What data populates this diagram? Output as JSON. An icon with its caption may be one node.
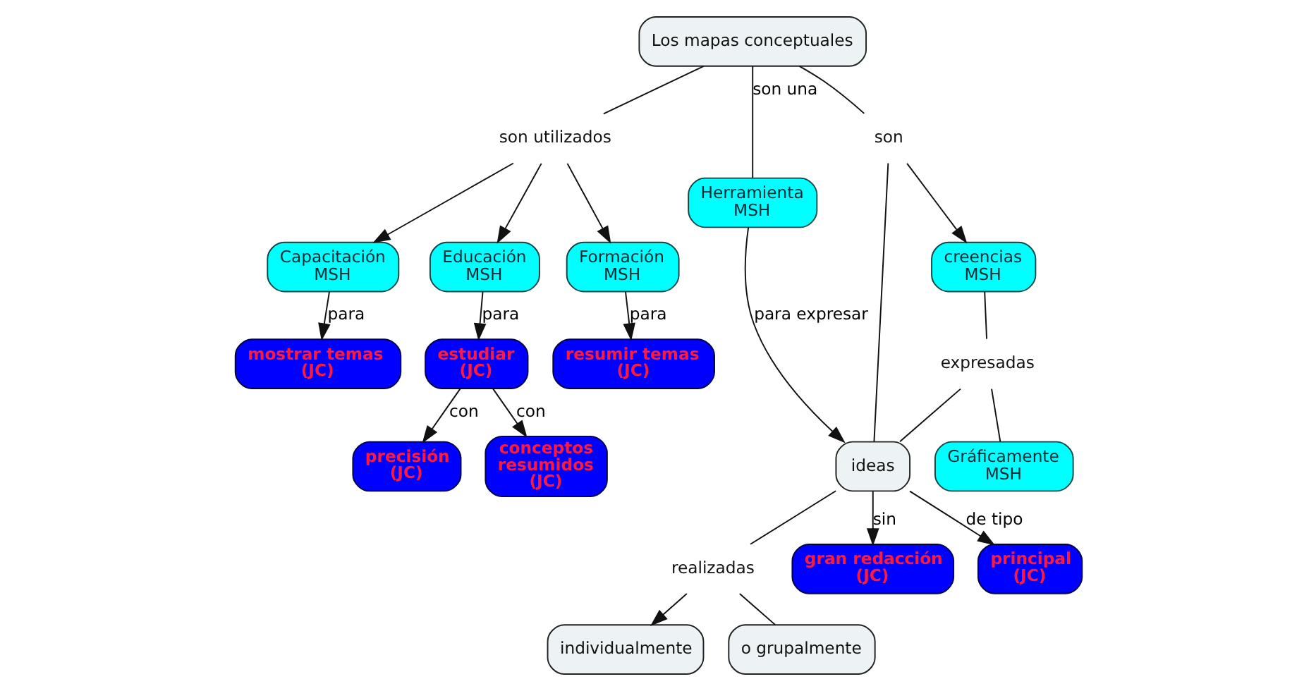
{
  "diagram": {
    "nodes": [
      {
        "text": [
          "Los mapas conceptuales"
        ]
      },
      {
        "text": [
          "son utilizados"
        ]
      },
      {
        "text": [
          "Capacitación MSH"
        ]
      },
      {
        "text": [
          "mostrar temas (JC)"
        ]
      },
      {
        "text": [
          "Educación MSH"
        ]
      },
      {
        "text": [
          "Herramienta MSH"
        ]
      },
      {
        "text": [
          "Formación MSH"
        ]
      },
      {
        "text": [
          "estudiar (JC)"
        ]
      },
      {
        "text": [
          "precisión (JC)"
        ]
      },
      {
        "text": [
          "resumir temas (JC)"
        ]
      },
      {
        "text": [
          "individualmente"
        ]
      },
      {
        "text": [
          "creencias MSH"
        ]
      },
      {
        "text": [
          "son"
        ]
      },
      {
        "text": [
          "realizadas"
        ]
      },
      {
        "text": [
          "conceptos resumidos (JC)"
        ]
      },
      {
        "text": [
          "expresadas"
        ]
      },
      {
        "text": [
          "o grupalmente"
        ]
      },
      {
        "text": [
          "ideas"
        ]
      },
      {
        "text": [
          "gran redacción (JC)"
        ]
      },
      {
        "text": [
          "Gráficamente MSH"
        ]
      },
      {
        "text": [
          "principal (JC)"
        ]
      }
    ],
    "edges": [
      {
        "from": 0,
        "to": 1,
        "arrow": "none"
      },
      {
        "from": 1,
        "to": 2,
        "arrow": "to"
      },
      {
        "from": 1,
        "to": 4,
        "arrow": "to"
      },
      {
        "from": 1,
        "to": 6,
        "arrow": "to"
      },
      {
        "from": 2,
        "to": 3,
        "arrow": "to",
        "label": "para"
      },
      {
        "from": 0,
        "to": 5,
        "arrow": "none",
        "label": "son una"
      },
      {
        "from": 4,
        "to": 7,
        "arrow": "to",
        "label": "para"
      },
      {
        "from": 6,
        "to": 9,
        "arrow": "to",
        "label": "para"
      },
      {
        "from": 7,
        "to": 8,
        "arrow": "to",
        "label": "con"
      },
      {
        "from": 7,
        "to": 14,
        "arrow": "to",
        "label": "con"
      },
      {
        "from": 0,
        "to": 12,
        "arrow": "none"
      },
      {
        "from": 12,
        "to": 11,
        "arrow": "to"
      },
      {
        "from": 12,
        "to": 17,
        "arrow": "none"
      },
      {
        "from": 5,
        "to": 17,
        "arrow": "to",
        "label": "para expresar"
      },
      {
        "from": 17,
        "to": 13,
        "arrow": "none"
      },
      {
        "from": 13,
        "to": 10,
        "arrow": "to"
      },
      {
        "from": 13,
        "to": 16,
        "arrow": "none"
      },
      {
        "from": 11,
        "to": 15,
        "arrow": "none"
      },
      {
        "from": 15,
        "to": 19,
        "arrow": "none"
      },
      {
        "from": 15,
        "to": 17,
        "arrow": "none"
      },
      {
        "from": 17,
        "to": 20,
        "arrow": "to",
        "label": "de tipo"
      },
      {
        "from": 17,
        "to": 18,
        "arrow": "to",
        "label": "sin"
      }
    ]
  }
}
